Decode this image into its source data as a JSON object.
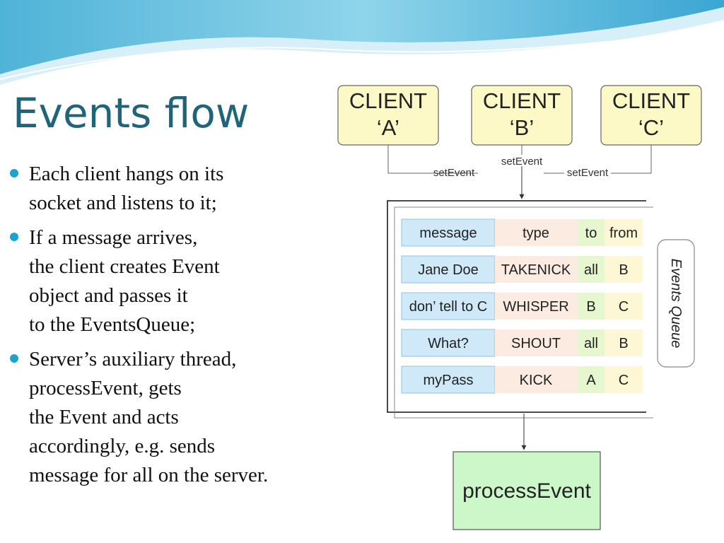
{
  "slide": {
    "title": "Events flow",
    "bullets": [
      "Each client hangs on its\nsocket and listens to it;",
      "If a message arrives,\nthe client creates Event\nobject and passes it\nto the EventsQueue;",
      "Server’s auxiliary thread,\nprocessEvent, gets\nthe Event and acts\naccordingly, e.g. sends\nmessage for all on the server."
    ]
  },
  "diagram": {
    "clients": [
      {
        "line1": "CLIENT",
        "line2": "‘A’"
      },
      {
        "line1": "CLIENT",
        "line2": "‘B’"
      },
      {
        "line1": "CLIENT",
        "line2": "‘C’"
      }
    ],
    "edge_labels": {
      "a": "setEvent",
      "b": "setEvent",
      "c": "setEvent"
    },
    "queue_label": "Events Queue",
    "table": {
      "headers": [
        "message",
        "type",
        "to",
        "from"
      ],
      "rows": [
        [
          "Jane Doe",
          "TAKENICK",
          "all",
          "B"
        ],
        [
          "don’ tell to C",
          "WHISPER",
          "B",
          "C"
        ],
        [
          "What?",
          "SHOUT",
          "all",
          "B"
        ],
        [
          "myPass",
          "KICK",
          "A",
          "C"
        ]
      ]
    },
    "process_label": "processEvent"
  },
  "colors": {
    "title": "#1f6478",
    "bullet": "#1aa3cf",
    "client_fill": "#fcf9c6",
    "process_fill": "#ccf7c9",
    "cell_message": "#cfe9f8",
    "cell_type": "#fbebe1",
    "cell_to": "#e6f7d0",
    "cell_from": "#fdf7d6"
  }
}
